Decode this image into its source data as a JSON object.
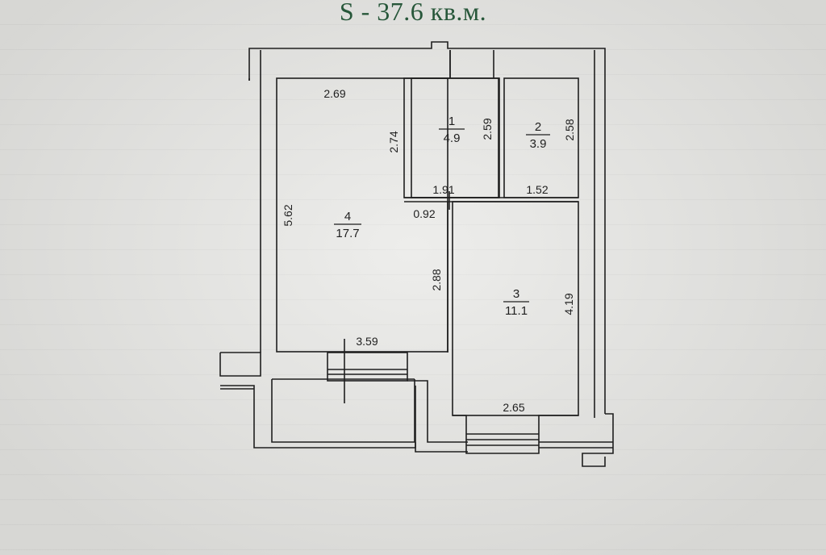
{
  "title": "S -  37.6 кв.м.",
  "rooms": [
    {
      "number": "1",
      "area": "4.9"
    },
    {
      "number": "2",
      "area": "3.9"
    },
    {
      "number": "3",
      "area": "11.1"
    },
    {
      "number": "4",
      "area": "17.7"
    }
  ],
  "dimensions": {
    "room4_top": "2.69",
    "room4_left": "5.62",
    "room4_upper_right": "2.74",
    "room4_lower_right": "2.88",
    "room4_bottom": "3.59",
    "corridor_gap": "0.92",
    "room1_height": "2.59",
    "room1_width": "1.91",
    "room2_height": "2.58",
    "room2_width": "1.52",
    "room3_height": "4.19",
    "room3_width": "2.65"
  },
  "colors": {
    "title": "#27573a",
    "walls": "#1f1f1f",
    "paper": "#e4e4e1"
  }
}
